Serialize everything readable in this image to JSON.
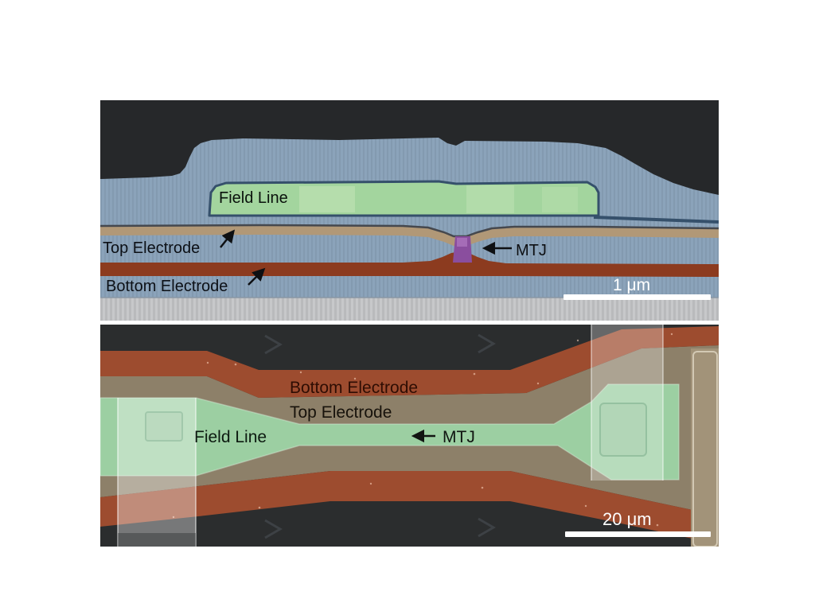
{
  "figure": {
    "top_panel": {
      "labels": {
        "field_line": "Field Line",
        "top_electrode": "Top Electrode",
        "bottom_electrode": "Bottom Electrode",
        "mtj": "MTJ"
      },
      "scale_bar": {
        "text": "1 μm"
      },
      "colors": {
        "background": "#26282a",
        "insulator_blue": "#8ba3ba",
        "field_line_green": "#a3d59e",
        "electrode_tan": "#b19877",
        "electrode_red": "#8c3b1f",
        "mtj_purple": "#8a4e9e",
        "substrate_gray": "#c7c8ca",
        "outline_navy": "#35506b",
        "label_color": "#0d1012",
        "scale_color": "#ffffff"
      }
    },
    "bottom_panel": {
      "labels": {
        "bottom_electrode": "Bottom Electrode",
        "top_electrode": "Top Electrode",
        "field_line": "Field Line",
        "mtj": "MTJ"
      },
      "scale_bar": {
        "text": "20 μm"
      },
      "colors": {
        "background": "#2b2d2e",
        "electrode_red": "#9d4c2f",
        "electrode_tan": "#8d8069",
        "field_line_green": "#9ccfa2",
        "wire_tan": "#a29379",
        "label_maroon": "#2e0d03",
        "label_dark": "#17120b",
        "scale_color": "#ffffff"
      }
    }
  }
}
